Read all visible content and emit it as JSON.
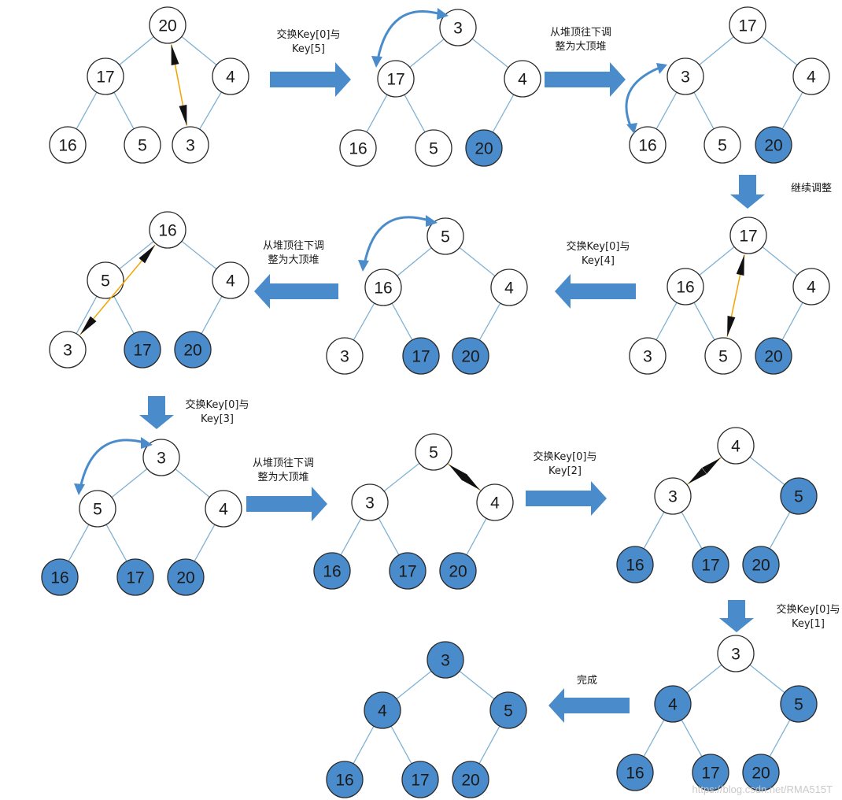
{
  "steps": {
    "swap_0_5": [
      "交换Key[0]与",
      "Key[5]"
    ],
    "heapify_1": [
      "从堆顶往下调",
      "整为大顶堆"
    ],
    "continue": [
      "继续调整"
    ],
    "swap_0_4": [
      "交换Key[0]与",
      "Key[4]"
    ],
    "heapify_2": [
      "从堆顶往下调",
      "整为大顶堆"
    ],
    "swap_0_3": [
      "交换Key[0]与",
      "Key[3]"
    ],
    "heapify_3": [
      "从堆顶往下调",
      "整为大顶堆"
    ],
    "swap_0_2": [
      "交换Key[0]与",
      "Key[2]"
    ],
    "swap_0_1": [
      "交换Key[0]与",
      "Key[1]"
    ],
    "done": [
      "完成"
    ]
  },
  "trees": [
    {
      "id": "t1",
      "values": [
        "20",
        "17",
        "4",
        "16",
        "5",
        "3"
      ],
      "sorted": [
        false,
        false,
        false,
        false,
        false,
        false
      ]
    },
    {
      "id": "t2",
      "values": [
        "3",
        "17",
        "4",
        "16",
        "5",
        "20"
      ],
      "sorted": [
        false,
        false,
        false,
        false,
        false,
        true
      ]
    },
    {
      "id": "t3",
      "values": [
        "17",
        "3",
        "4",
        "16",
        "5",
        "20"
      ],
      "sorted": [
        false,
        false,
        false,
        false,
        false,
        true
      ]
    },
    {
      "id": "t4",
      "values": [
        "17",
        "16",
        "4",
        "3",
        "5",
        "20"
      ],
      "sorted": [
        false,
        false,
        false,
        false,
        false,
        true
      ]
    },
    {
      "id": "t5",
      "values": [
        "5",
        "16",
        "4",
        "3",
        "17",
        "20"
      ],
      "sorted": [
        false,
        false,
        false,
        false,
        true,
        true
      ]
    },
    {
      "id": "t6",
      "values": [
        "16",
        "5",
        "4",
        "3",
        "17",
        "20"
      ],
      "sorted": [
        false,
        false,
        false,
        false,
        true,
        true
      ]
    },
    {
      "id": "t7",
      "values": [
        "3",
        "5",
        "4",
        "16",
        "17",
        "20"
      ],
      "sorted": [
        false,
        false,
        false,
        true,
        true,
        true
      ]
    },
    {
      "id": "t8",
      "values": [
        "5",
        "3",
        "4",
        "16",
        "17",
        "20"
      ],
      "sorted": [
        false,
        false,
        false,
        true,
        true,
        true
      ]
    },
    {
      "id": "t9",
      "values": [
        "4",
        "3",
        "5",
        "16",
        "17",
        "20"
      ],
      "sorted": [
        false,
        false,
        true,
        true,
        true,
        true
      ]
    },
    {
      "id": "t10",
      "values": [
        "3",
        "4",
        "5",
        "16",
        "17",
        "20"
      ],
      "sorted": [
        false,
        true,
        true,
        true,
        true,
        true
      ]
    },
    {
      "id": "t11",
      "values": [
        "3",
        "4",
        "5",
        "16",
        "17",
        "20"
      ],
      "sorted": [
        true,
        true,
        true,
        true,
        true,
        true
      ]
    }
  ],
  "watermark": "https://blog.csdn.net/RMA515T",
  "colors": {
    "sorted_fill": "#4a8ccb",
    "unsorted_fill": "#ffffff",
    "edge": "#7fb1d4",
    "swap_line": "#f0a400"
  }
}
